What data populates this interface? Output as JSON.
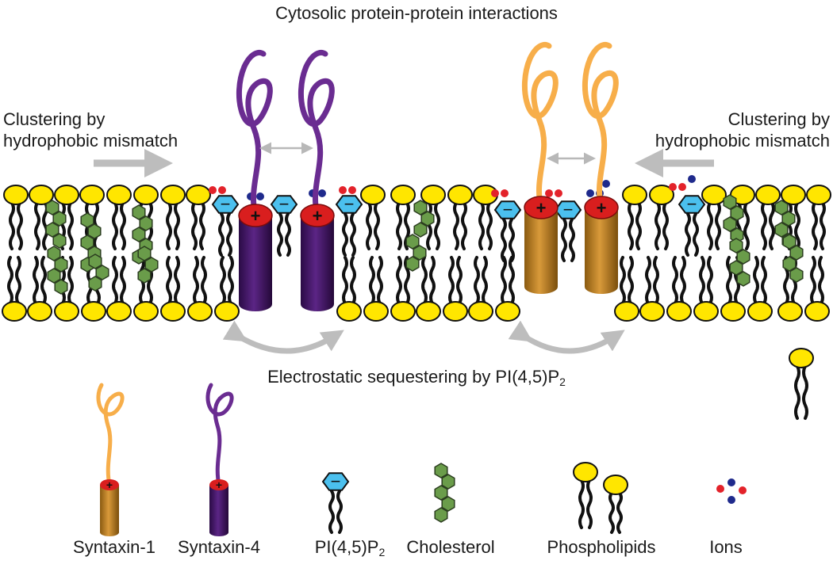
{
  "title": "Cytosolic protein-protein interactions",
  "left_label": [
    "Clustering by",
    "hydrophobic mismatch"
  ],
  "right_label": [
    "Clustering by",
    "hydrophobic mismatch"
  ],
  "middle_label": {
    "text": "Electrostatic sequestering by PI(4,5)P",
    "subscript": "2"
  },
  "legend": {
    "syntaxin1": "Syntaxin-1",
    "syntaxin4": "Syntaxin-4",
    "pip2": {
      "text": "PI(4,5)P",
      "subscript": "2"
    },
    "cholesterol": "Cholesterol",
    "phospholipids": "Phospholipids",
    "ions": "Ions"
  },
  "symbols": {
    "plus": "+",
    "minus": "−"
  },
  "colors": {
    "syntaxin1": "#f7ae4a",
    "syntaxin1_body": "#c8892c",
    "syntaxin4": "#6a2c91",
    "syntaxin4_body": "#4a1a6e",
    "lipid_head": "#ffe600",
    "cholesterol": "#6a9c4a",
    "pip2": "#4bc0ee",
    "positive_cap": "#d91e1e",
    "ion_red": "#e3222a",
    "ion_blue": "#1f2a8c",
    "arrow": "#bdbdbd"
  }
}
